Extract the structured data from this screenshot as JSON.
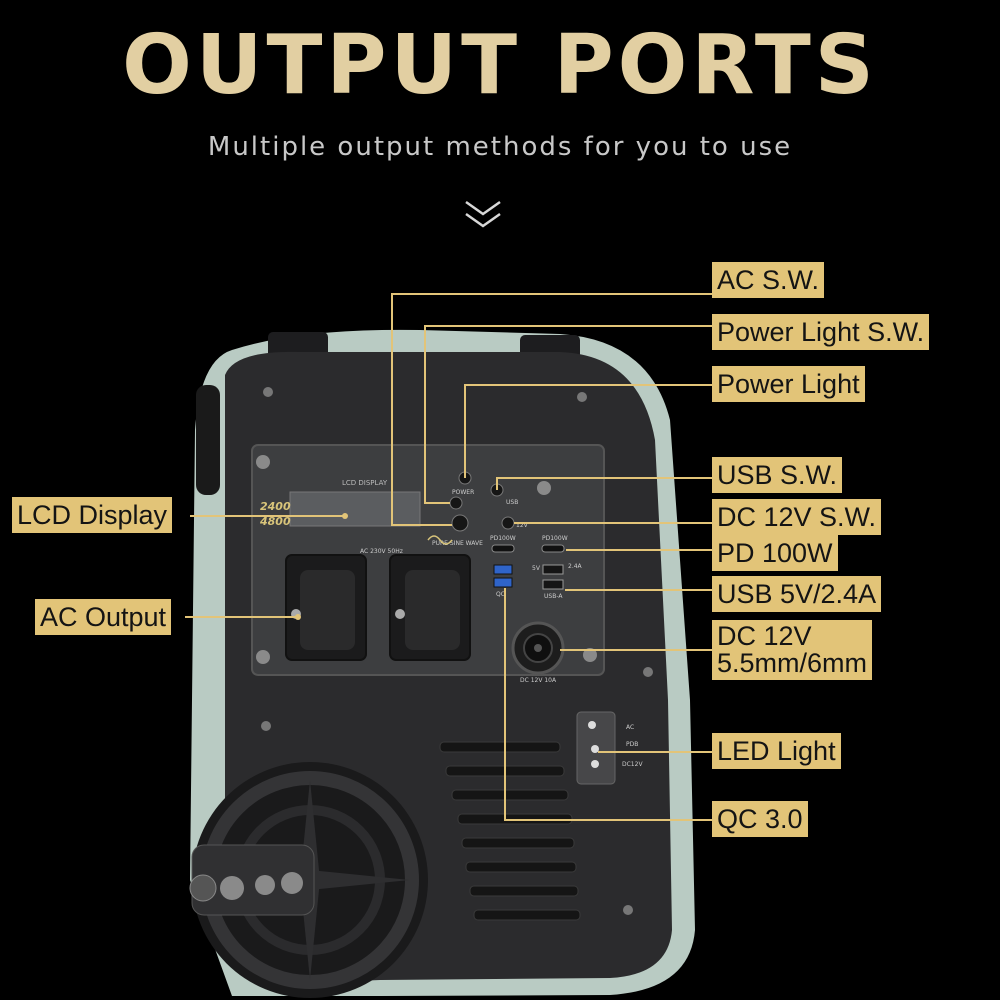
{
  "header": {
    "title": "OUTPUT PORTS",
    "subtitle": "Multiple output methods for you to use"
  },
  "callouts": {
    "ac_sw": "AC S.W.",
    "power_light_sw": "Power  Light S.W.",
    "power_light": "Power  Light",
    "usb_sw": "USB S.W.",
    "dc12v_sw": "DC 12V S.W.",
    "pd100w": "PD 100W",
    "usb_5v": "USB 5V/2.4A",
    "dc12v_line1": "DC 12V",
    "dc12v_line2": "5.5mm/6mm",
    "led_light": "LED  Light",
    "qc30": "QC 3.0",
    "lcd_display": "LCD  Display",
    "ac_output": "AC Output"
  },
  "panel": {
    "lcd_caption": "LCD DISPLAY",
    "power": "POWER",
    "usb": "USB",
    "dc": "12V",
    "pd100w_left": "PD100W",
    "pd100w_right": "PD100W",
    "sine_wave": "PURE SINE WAVE",
    "ac_rating": "AC 230V 50Hz",
    "rating_top": "2400",
    "rating_bottom": "4800",
    "qc": "QC",
    "usb_a": "USB-A",
    "usb_5v": "5V",
    "usb_24a": "2.4A",
    "dc_port": "DC 12V 10A",
    "led_ac": "AC",
    "led_pd": "PDB",
    "led_dc": "DC12V"
  },
  "colors": {
    "accent": "#e2c478",
    "title": "#e2cfa2",
    "body": "#2a2a2c",
    "shell": "#b9cbc3"
  }
}
